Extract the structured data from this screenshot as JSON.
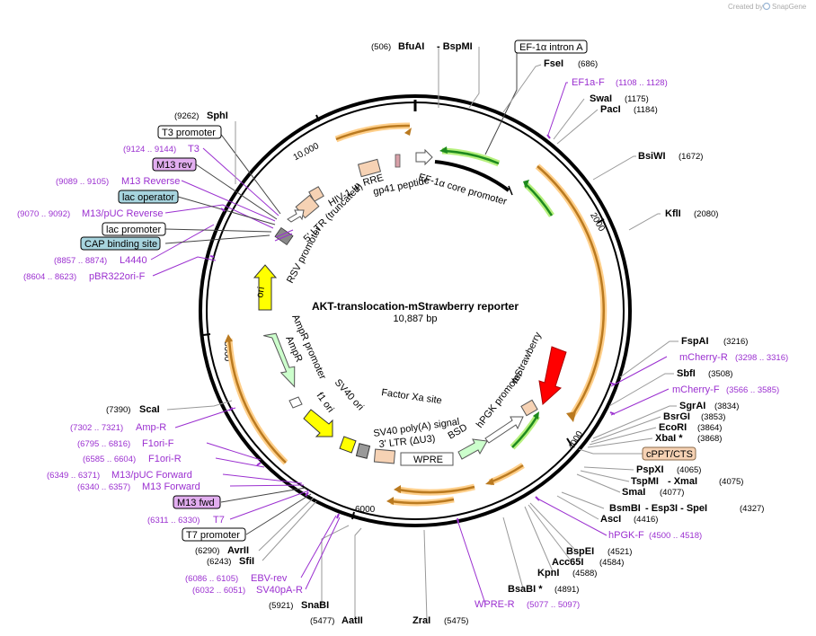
{
  "branding": {
    "created_by": "Created by",
    "product": "SnapGene"
  },
  "plasmid": {
    "name": "AKT-translocation-mStrawberry reporter",
    "length": "10,887 bp"
  },
  "ruler": [
    "2000",
    "4000",
    "6000",
    "8000",
    "10,000"
  ],
  "restriction_sites": [
    {
      "id": "bfuai",
      "name": "BfuAI",
      "pos": "(506)",
      "extra": "- BspMI"
    },
    {
      "id": "fsei",
      "name": "FseI",
      "pos": "(686)"
    },
    {
      "id": "swai",
      "name": "SwaI",
      "pos": "(1175)"
    },
    {
      "id": "paci",
      "name": "PacI",
      "pos": "(1184)"
    },
    {
      "id": "bsiwi",
      "name": "BsiWI",
      "pos": "(1672)"
    },
    {
      "id": "kfli",
      "name": "KflI",
      "pos": "(2080)"
    },
    {
      "id": "fspai",
      "name": "FspAI",
      "pos": "(3216)"
    },
    {
      "id": "sbfi",
      "name": "SbfI",
      "pos": "(3508)"
    },
    {
      "id": "sgrai",
      "name": "SgrAI",
      "pos": "(3834)"
    },
    {
      "id": "bsrgi",
      "name": "BsrGI",
      "pos": "(3853)"
    },
    {
      "id": "ecori",
      "name": "EcoRI",
      "pos": "(3864)"
    },
    {
      "id": "xbai",
      "name": "XbaI *",
      "pos": "(3868)"
    },
    {
      "id": "pspxi",
      "name": "PspXI",
      "pos": "(4065)"
    },
    {
      "id": "tspmi",
      "name": "TspMI",
      "pos": "(4075)",
      "extra": "- XmaI"
    },
    {
      "id": "smai",
      "name": "SmaI",
      "pos": "(4077)"
    },
    {
      "id": "bsmbi",
      "name": "BsmBI",
      "pos": "(4327)",
      "extra": "- Esp3I - SpeI"
    },
    {
      "id": "asci",
      "name": "AscI",
      "pos": "(4416)"
    },
    {
      "id": "bspei",
      "name": "BspEI",
      "pos": "(4521)"
    },
    {
      "id": "acc65i",
      "name": "Acc65I",
      "pos": "(4584)"
    },
    {
      "id": "kpni",
      "name": "KpnI",
      "pos": "(4588)"
    },
    {
      "id": "bsabi",
      "name": "BsaBI *",
      "pos": "(4891)"
    },
    {
      "id": "zrai",
      "name": "ZraI",
      "pos": "(5475)"
    },
    {
      "id": "aatii",
      "name": "AatII",
      "pos": "(5477)"
    },
    {
      "id": "snabi",
      "name": "SnaBI",
      "pos": "(5921)"
    },
    {
      "id": "sfii",
      "name": "SfiI",
      "pos": "(6243)"
    },
    {
      "id": "avrii",
      "name": "AvrII",
      "pos": "(6290)"
    },
    {
      "id": "scai",
      "name": "ScaI",
      "pos": "(7390)"
    },
    {
      "id": "sphi",
      "name": "SphI",
      "pos": "(9262)"
    }
  ],
  "primers": [
    {
      "id": "ef1af",
      "name": "EF1a-F",
      "pos": "(1108 .. 1128)"
    },
    {
      "id": "mcherryr",
      "name": "mCherry-R",
      "pos": "(3298 .. 3316)"
    },
    {
      "id": "mcherryf",
      "name": "mCherry-F",
      "pos": "(3566 .. 3585)"
    },
    {
      "id": "hpgkf",
      "name": "hPGK-F",
      "pos": "(4500 .. 4518)"
    },
    {
      "id": "wprer",
      "name": "WPRE-R",
      "pos": "(5077 .. 5097)"
    },
    {
      "id": "sv40par",
      "name": "SV40pA-R",
      "pos": "(6032 .. 6051)"
    },
    {
      "id": "ebvrev",
      "name": "EBV-rev",
      "pos": "(6086 .. 6105)"
    },
    {
      "id": "t7",
      "name": "T7",
      "pos": "(6311 .. 6330)"
    },
    {
      "id": "m13fwd",
      "name": "M13 Forward",
      "pos": "(6340 .. 6357)"
    },
    {
      "id": "m13pucf",
      "name": "M13/pUC Forward",
      "pos": "(6349 .. 6371)"
    },
    {
      "id": "f1orir",
      "name": "F1ori-R",
      "pos": "(6585 .. 6604)"
    },
    {
      "id": "f1orif",
      "name": "F1ori-F",
      "pos": "(6795 .. 6816)"
    },
    {
      "id": "ampr",
      "name": "Amp-R",
      "pos": "(7302 .. 7321)"
    },
    {
      "id": "pbr322",
      "name": "pBR322ori-F",
      "pos": "(8604 .. 8623)"
    },
    {
      "id": "l4440",
      "name": "L4440",
      "pos": "(8857 .. 8874)"
    },
    {
      "id": "m13pucr",
      "name": "M13/pUC Reverse",
      "pos": "(9070 .. 9092)"
    },
    {
      "id": "m13rev",
      "name": "M13 Reverse",
      "pos": "(9089 .. 9105)"
    },
    {
      "id": "t3",
      "name": "T3",
      "pos": "(9124 .. 9144)"
    }
  ],
  "boxed_labels": [
    {
      "id": "ef1intron",
      "text": "EF-1α intron A",
      "color": "#ffffff"
    },
    {
      "id": "cppt",
      "text": "cPPT/CTS",
      "color": "#f6d2b4"
    },
    {
      "id": "m13fwdbox",
      "text": "M13 fwd",
      "color": "#e2aef0"
    },
    {
      "id": "t7prom",
      "text": "T7 promoter",
      "color": "#ffffff"
    },
    {
      "id": "t3prom",
      "text": "T3 promoter",
      "color": "#ffffff"
    },
    {
      "id": "m13revbox",
      "text": "M13 rev",
      "color": "#e2aef0"
    },
    {
      "id": "lacop",
      "text": "lac operator",
      "color": "#a7d4de"
    },
    {
      "id": "lacprom",
      "text": "lac promoter",
      "color": "#ffffff"
    },
    {
      "id": "cap",
      "text": "CAP binding site",
      "color": "#a7d4de"
    }
  ],
  "features": {
    "ef1core": "EF-1α core promoter",
    "gp41": "gp41 peptide",
    "rre": "RRE",
    "hiv": "HIV-1 Ψ",
    "ltr5": "5' LTR (truncated)",
    "rsv": "RSV promoter",
    "ori": "ori",
    "amprprom": "AmpR promoter",
    "ampr": "AmpR",
    "f1ori": "f1 ori",
    "sv40ori": "SV40 ori",
    "factorxa": "Factor Xa site",
    "sv40pa": "SV40 poly(A) signal",
    "ltr3": "3' LTR (ΔU3)",
    "bsd": "BSD",
    "wpre": "WPRE",
    "hpgk": "hPGK promoter",
    "mstraw": "mStrawberry"
  },
  "colors": {
    "backbone": "#000000",
    "enzyme_line": "#999999",
    "primer": "#9b30d0",
    "orf_arrow": "#ba7a20",
    "orf_glow": "#ffcf8a",
    "green_arrow": "#1e8a1e",
    "green_glow": "#b6f07d",
    "ori": "#ffff00",
    "ampr": "#ccffcc",
    "mstrawberry": "#ff0000",
    "ltr": "#f6d2b4"
  }
}
